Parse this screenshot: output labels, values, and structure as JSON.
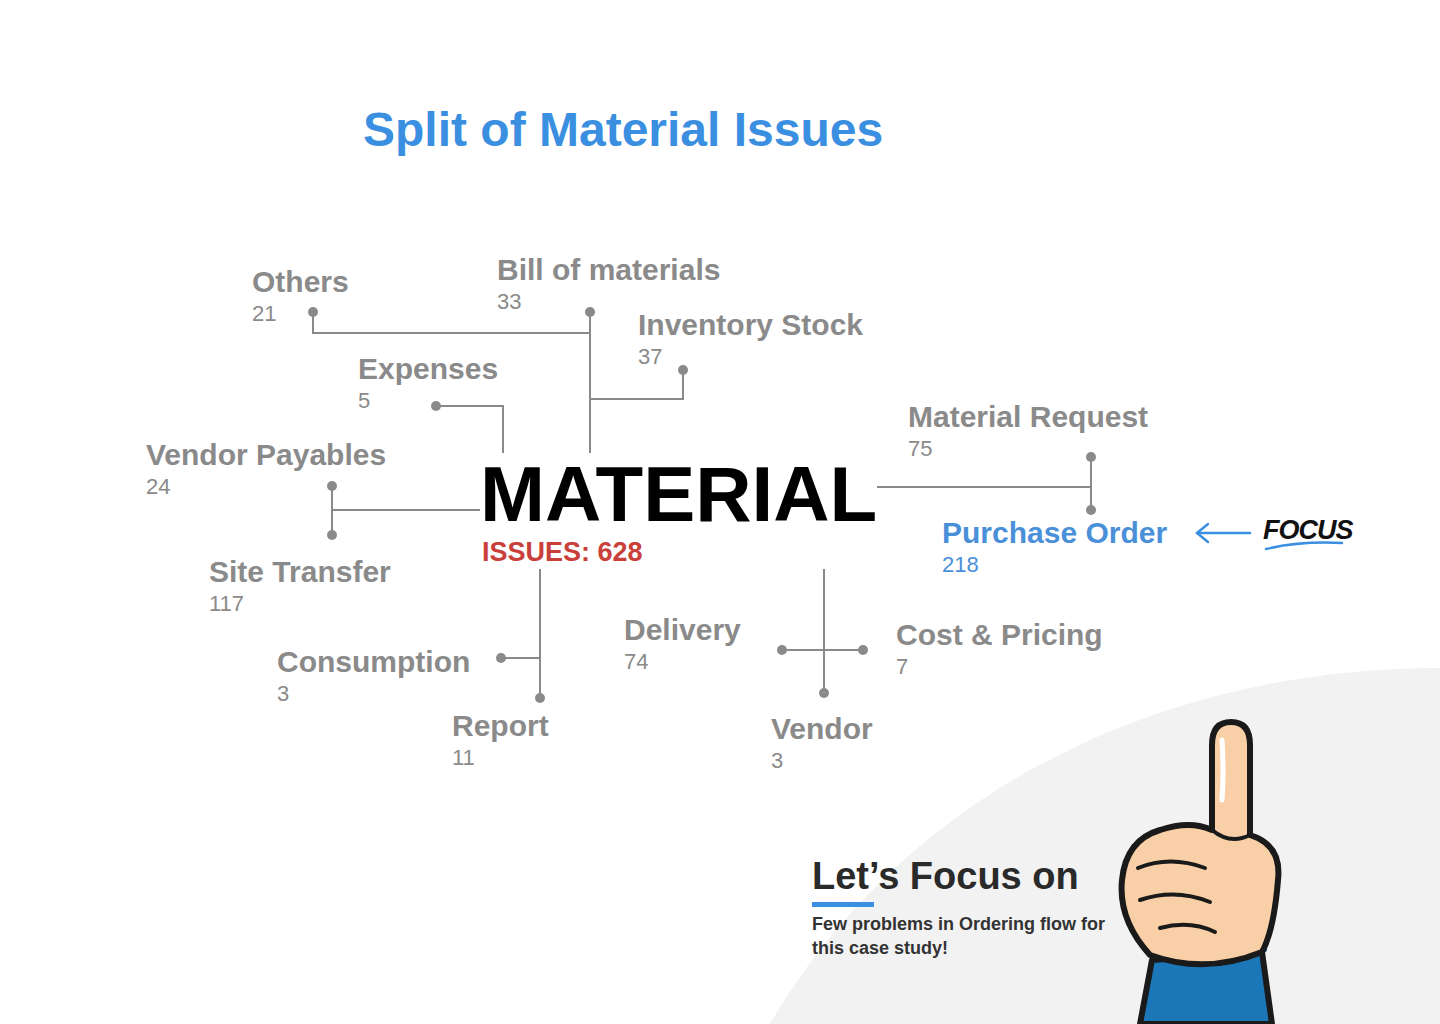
{
  "diagram": {
    "title": "Split of Material Issues",
    "nodes": [
      {
        "text": [
          "MATERIAL",
          "ISSUES: 628"
        ]
      },
      {
        "text": [
          "Others",
          "21"
        ]
      },
      {
        "text": [
          "Bill of materials",
          "33"
        ]
      },
      {
        "text": [
          "Inventory Stock",
          "37"
        ]
      },
      {
        "text": [
          "Expenses",
          "5"
        ]
      },
      {
        "text": [
          "Material Request",
          "75"
        ]
      },
      {
        "text": [
          "Vendor Payables",
          "24"
        ]
      },
      {
        "text": [
          "Purchase Order",
          "218"
        ]
      },
      {
        "text": [
          "Site Transfer",
          "117"
        ]
      },
      {
        "text": [
          "Delivery",
          "74"
        ]
      },
      {
        "text": [
          "Cost & Pricing",
          "7"
        ]
      },
      {
        "text": [
          "Consumption",
          "3"
        ]
      },
      {
        "text": [
          "Report",
          "11"
        ]
      },
      {
        "text": [
          "Vendor",
          "3"
        ]
      }
    ],
    "edges": [
      {
        "from": 0,
        "to": 1,
        "arrow": "none"
      },
      {
        "from": 0,
        "to": 2,
        "arrow": "none"
      },
      {
        "from": 0,
        "to": 3,
        "arrow": "none"
      },
      {
        "from": 0,
        "to": 4,
        "arrow": "none"
      },
      {
        "from": 0,
        "to": 5,
        "arrow": "none"
      },
      {
        "from": 0,
        "to": 6,
        "arrow": "none"
      },
      {
        "from": 0,
        "to": 7,
        "arrow": "none"
      },
      {
        "from": 0,
        "to": 8,
        "arrow": "none"
      },
      {
        "from": 0,
        "to": 9,
        "arrow": "none"
      },
      {
        "from": 0,
        "to": 10,
        "arrow": "none"
      },
      {
        "from": 0,
        "to": 11,
        "arrow": "none"
      },
      {
        "from": 0,
        "to": 12,
        "arrow": "none"
      },
      {
        "from": 0,
        "to": 13,
        "arrow": "none"
      }
    ],
    "labels": [
      "FOCUS",
      "Let’s Focus on",
      "Few problems in Ordering flow for this case study!"
    ]
  }
}
